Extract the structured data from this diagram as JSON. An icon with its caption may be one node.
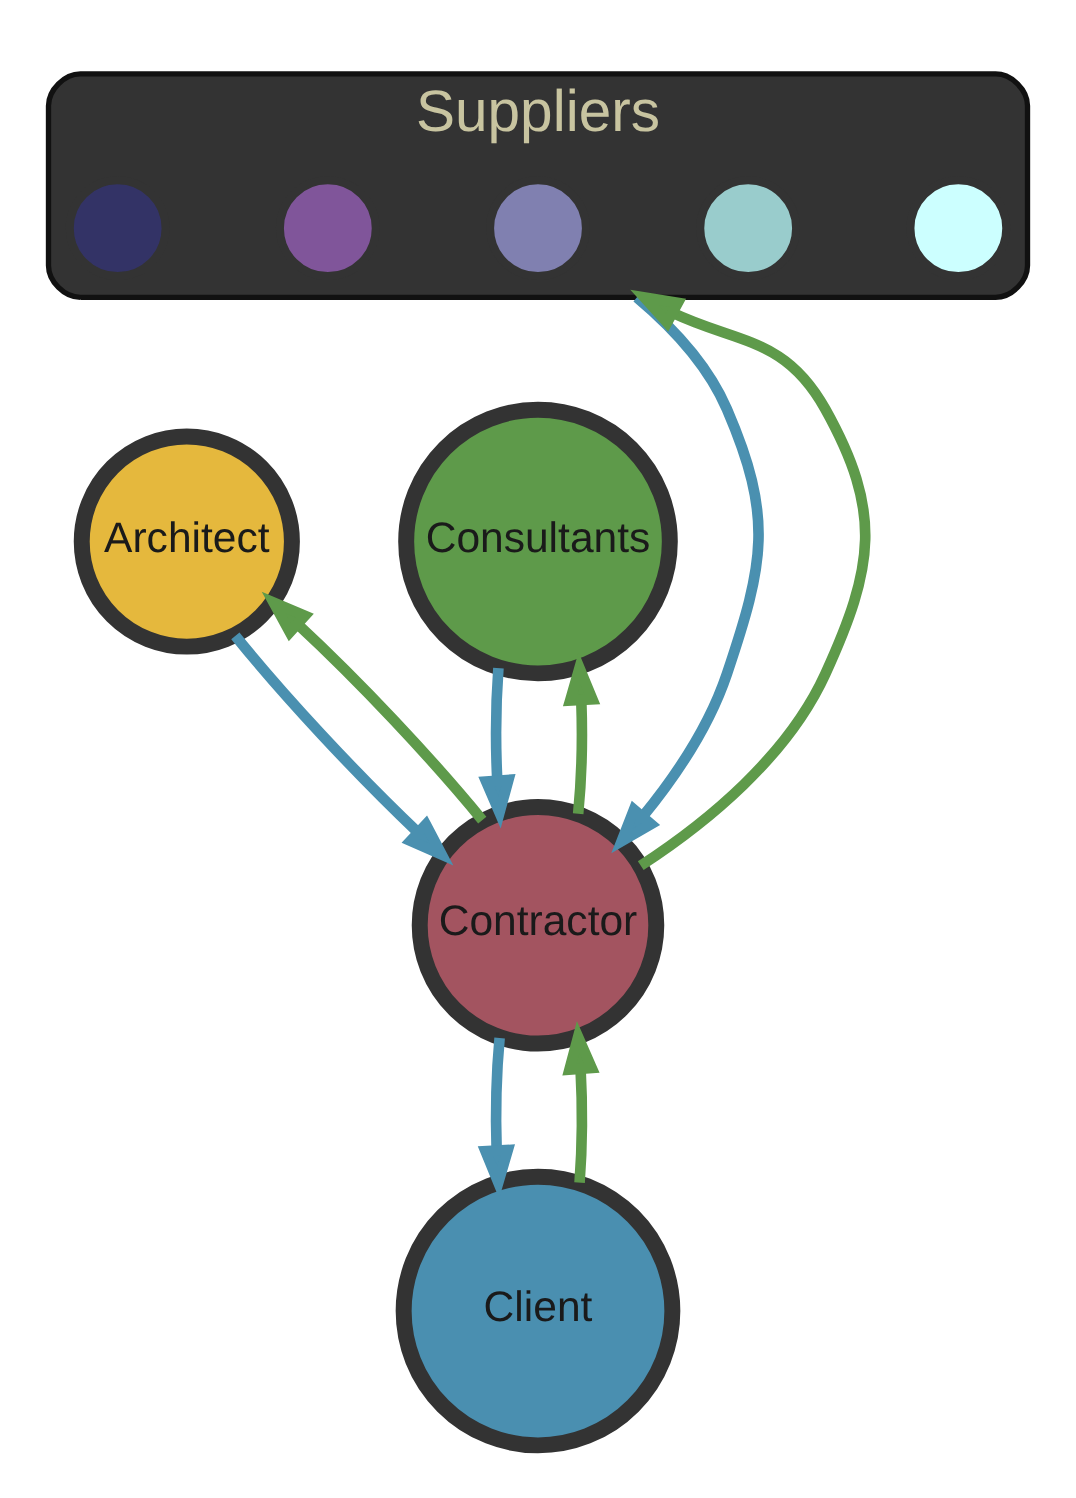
{
  "diagram": {
    "nodes": [
      {
        "text": [
          "Suppliers"
        ]
      },
      {
        "text": [],
        "shape": "circle",
        "in": 0
      },
      {
        "text": [],
        "shape": "circle",
        "in": 0
      },
      {
        "text": [],
        "shape": "circle",
        "in": 0
      },
      {
        "text": [],
        "shape": "circle",
        "in": 0
      },
      {
        "text": [],
        "shape": "circle",
        "in": 0
      },
      {
        "text": [
          "Architect"
        ]
      },
      {
        "text": [
          "Consultants"
        ]
      },
      {
        "text": [
          "Contractor"
        ]
      },
      {
        "text": [
          "Client"
        ]
      }
    ],
    "edges": [
      {
        "from": 0,
        "to": 8,
        "arrow": "to",
        "color": "#4a90b0"
      },
      {
        "from": 6,
        "to": 8,
        "arrow": "to",
        "color": "#4a90b0"
      },
      {
        "from": 8,
        "to": 6,
        "arrow": "to",
        "color": "#5e9a4a"
      },
      {
        "from": 7,
        "to": 8,
        "arrow": "to",
        "color": "#4a90b0"
      },
      {
        "from": 8,
        "to": 7,
        "arrow": "to",
        "color": "#5e9a4a"
      },
      {
        "from": 8,
        "to": 0,
        "arrow": "to",
        "color": "#5e9a4a"
      },
      {
        "from": 8,
        "to": 9,
        "arrow": "to",
        "color": "#4a90b0"
      },
      {
        "from": 9,
        "to": 8,
        "arrow": "to",
        "color": "#5e9a4a"
      }
    ]
  }
}
